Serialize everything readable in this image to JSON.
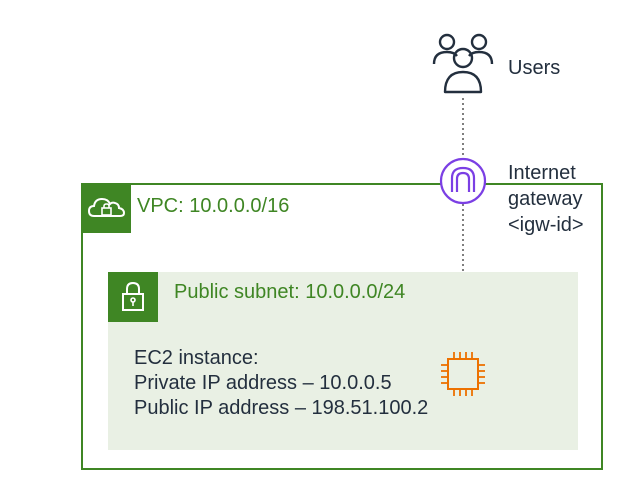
{
  "users": {
    "label": "Users",
    "icon": "users-icon"
  },
  "internet_gateway": {
    "label_lines": [
      "Internet",
      "gateway",
      "<igw-id>"
    ],
    "icon": "internet-gateway-icon",
    "color": "#7b3fe4"
  },
  "vpc": {
    "label": "VPC: 10.0.0.0/16",
    "icon": "cloud-lock-icon",
    "color": "#3f8624"
  },
  "public_subnet": {
    "label": "Public subnet: 10.0.0.0/24",
    "icon": "padlock-icon",
    "color": "#3f8624",
    "fill": "#e9f0e4"
  },
  "ec2": {
    "lines": [
      "EC2 instance:",
      "Private IP address – 10.0.0.5",
      "Public IP address – 198.51.100.2"
    ],
    "icon": "ec2-chip-icon",
    "color": "#ed7100"
  }
}
